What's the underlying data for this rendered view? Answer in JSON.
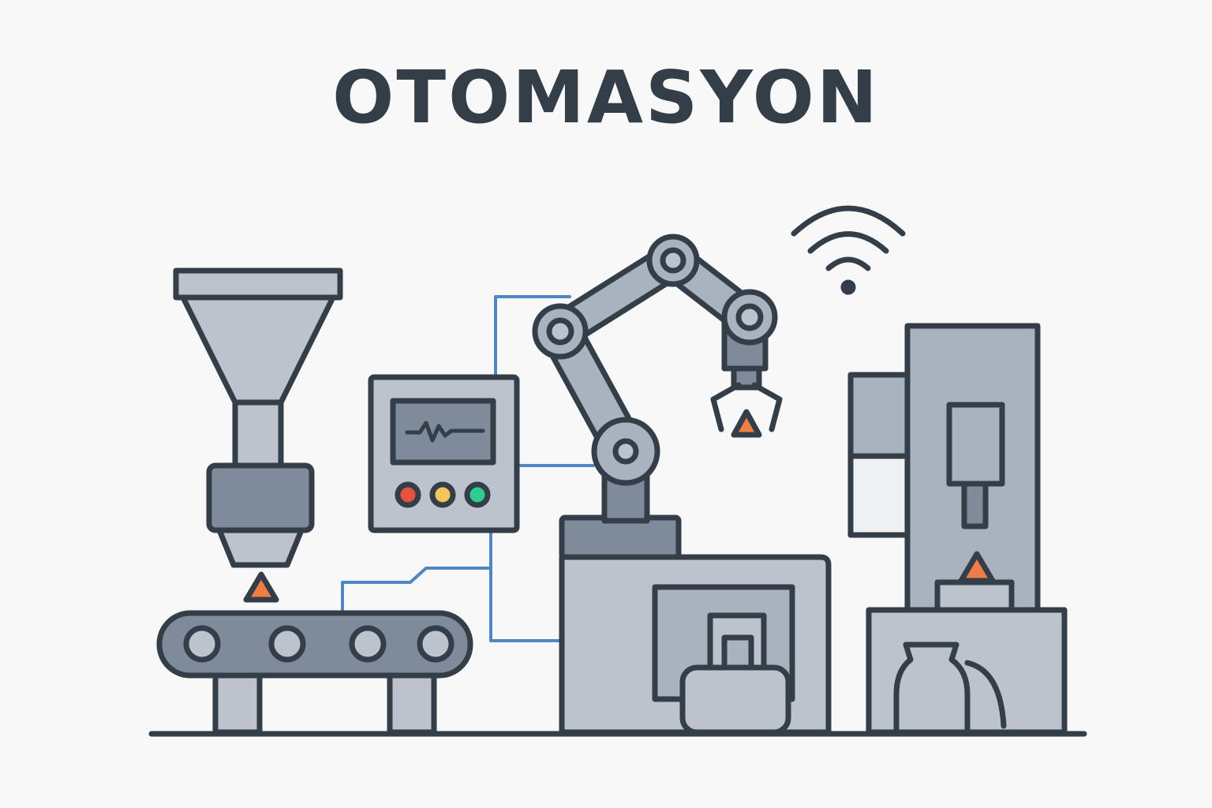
{
  "title": "OTOMASYON",
  "colors": {
    "background": "#f8f8f9",
    "outline": "#343e48",
    "metal_light": "#bcc3cd",
    "metal_mid": "#a9b2bf",
    "metal_dark": "#7f8b9b",
    "wire": "#4f86c4",
    "product": "#ef7d45",
    "lamp_red": "#e5533f",
    "lamp_yellow": "#f4c55a",
    "lamp_green": "#2ecc8f"
  },
  "icons": {
    "wireless": "wifi-icon",
    "robot": "robot-arm-icon",
    "control_panel": "control-panel-icon",
    "conveyor": "conveyor-belt-icon",
    "hopper": "hopper-icon",
    "press": "press-machine-icon"
  },
  "control_panel": {
    "indicator_lights": [
      "red",
      "yellow",
      "green"
    ]
  }
}
